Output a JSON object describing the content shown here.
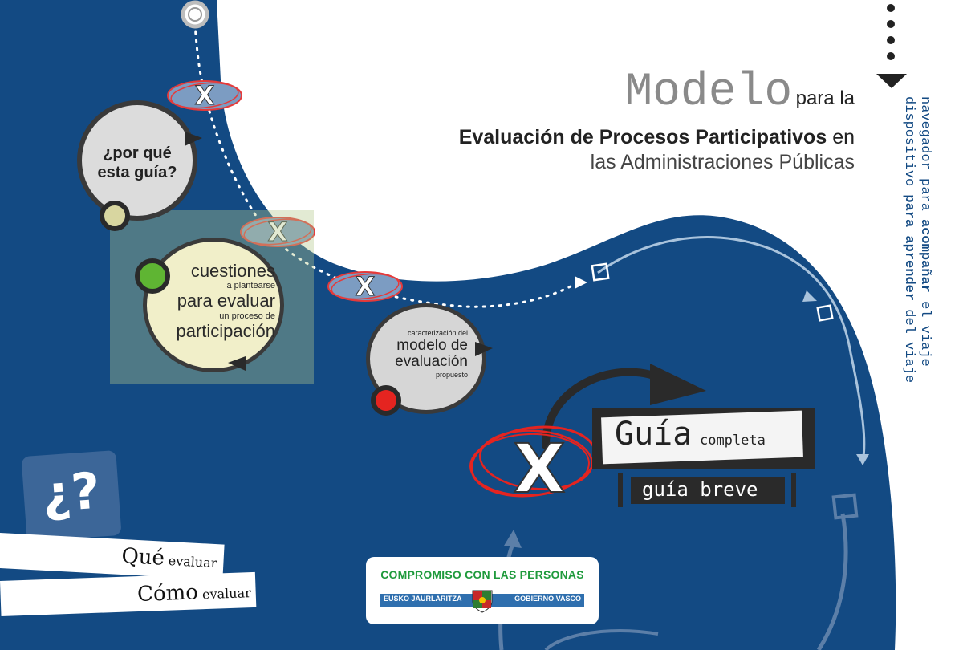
{
  "header": {
    "title_modelo": "Modelo",
    "title_para_la": "para la",
    "title_line2": "Evaluación de Procesos Participativos",
    "title_line2_tail": "en",
    "title_line3": "las Administraciones Públicas"
  },
  "side_tagline": {
    "line1_prefix": "navegador para",
    "line1_bold": "acompañar",
    "line1_suffix": "el viaje",
    "line2_prefix": "dispositivo",
    "line2_bold": "para aprender",
    "line2_suffix": "del viaje"
  },
  "nav": {
    "por_que_line1": "¿por qué",
    "por_que_line2": "esta guía?",
    "cuestiones_1": "cuestiones",
    "cuestiones_2": "a plantearse",
    "cuestiones_3": "para evaluar",
    "cuestiones_4": "un proceso de",
    "cuestiones_5": "participación",
    "modelo_1": "caracterización del",
    "modelo_2": "modelo de",
    "modelo_3": "evaluación",
    "modelo_4": "propuesto"
  },
  "guides": {
    "guia_main": "Guía",
    "guia_sub": "completa",
    "guia_breve": "guía breve"
  },
  "help": {
    "icon_glyph": "¿?",
    "que_main": "Qué",
    "que_sub": "evaluar",
    "como_main": "Cómo",
    "como_sub": "evaluar"
  },
  "logo": {
    "slogan": "COMPROMISO CON LAS PERSONAS",
    "left": "EUSKO JAURLARITZA",
    "right": "GOBIERNO VASCO"
  },
  "colors": {
    "background": "#134a83",
    "green_dot": "#5fb533",
    "red_dot": "#e52420",
    "beige_dot": "#d8d6a0",
    "slogan_green": "#1f9a3c"
  }
}
